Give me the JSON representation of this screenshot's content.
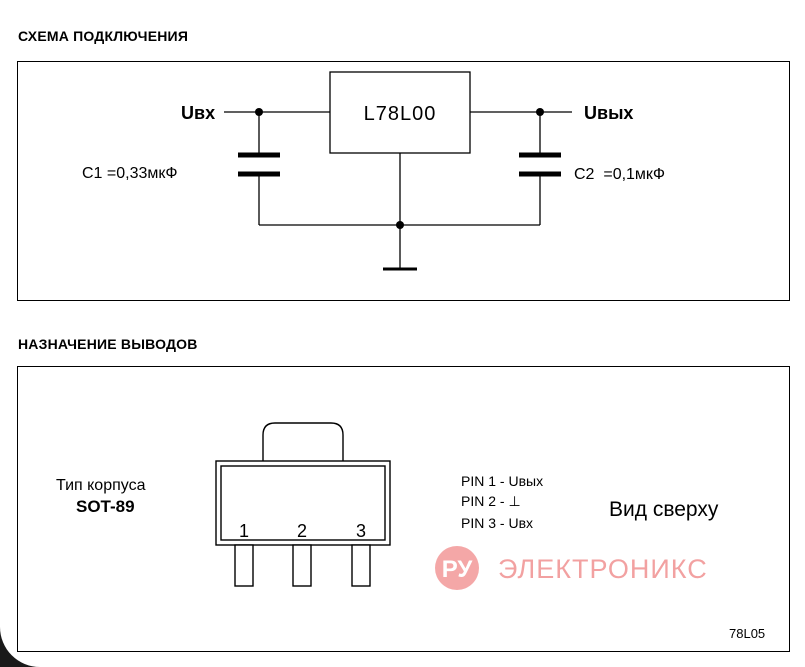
{
  "sections": {
    "schematic_title": "СХЕМА ПОДКЛЮЧЕНИЯ",
    "pinout_title": "НАЗНАЧЕНИЕ ВЫВОДОВ"
  },
  "schematic": {
    "input_label": "Uвх",
    "output_label": "Uвых",
    "chip_label": "L78L00",
    "c1_label": "C1 =0,33мкФ",
    "c2_label": "C2  =0,1мкФ"
  },
  "pinout": {
    "package_type_label": "Тип корпуса",
    "package_name": "SOT-89",
    "pin_numbers": [
      "1",
      "2",
      "3"
    ],
    "pins": [
      "PIN 1 - Uвых",
      "PIN 2 - ⊥",
      "PIN 3 - Uвх"
    ],
    "view_label": "Вид сверху",
    "watermark_ru": "РУ",
    "watermark_text": "ЭЛЕКТРОНИКС",
    "part_code": "78L05"
  },
  "colors": {
    "line": "#000000",
    "watermark": "#f08a8a",
    "background_edge": "#1a1a1a"
  }
}
